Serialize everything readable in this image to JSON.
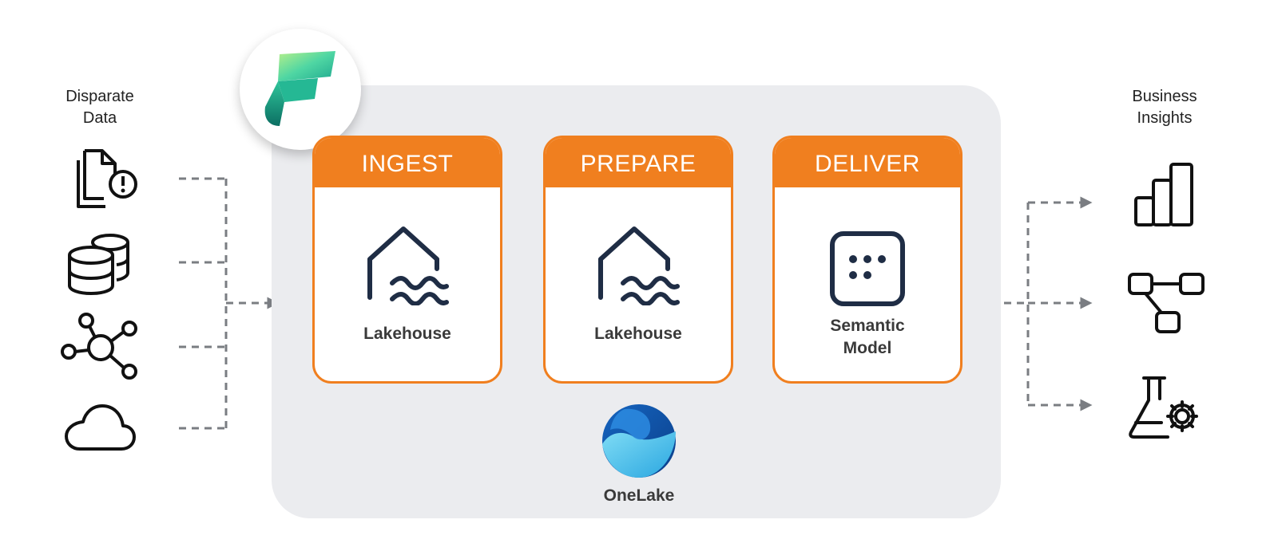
{
  "left_group": {
    "title_line1": "Disparate",
    "title_line2": "Data"
  },
  "right_group": {
    "title_line1": "Business",
    "title_line2": "Insights"
  },
  "stages": [
    {
      "header": "INGEST",
      "label_line1": "Lakehouse",
      "label_line2": ""
    },
    {
      "header": "PREPARE",
      "label_line1": "Lakehouse",
      "label_line2": ""
    },
    {
      "header": "DELIVER",
      "label_line1": "Semantic",
      "label_line2": "Model"
    }
  ],
  "onelake": {
    "label": "OneLake"
  },
  "colors": {
    "accent": "#f07f1f",
    "panel": "#ebecef",
    "icon_navy": "#1f2d45",
    "connector": "#7a7d82"
  },
  "icons": {
    "sources": [
      "document-warning-icon",
      "database-icon",
      "network-hub-icon",
      "cloud-icon"
    ],
    "outputs": [
      "bar-chart-icon",
      "workflow-icon",
      "flask-gear-icon"
    ]
  }
}
